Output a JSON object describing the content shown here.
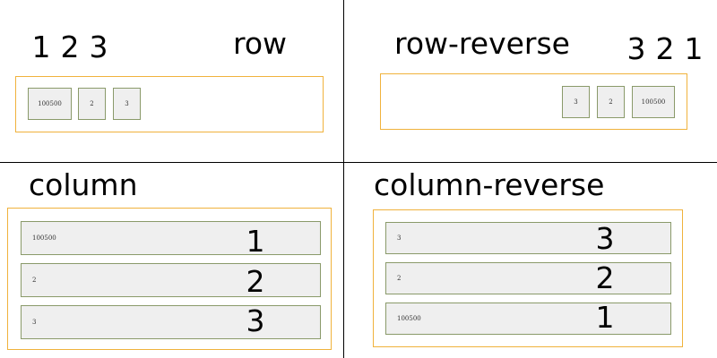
{
  "panels": {
    "row": {
      "title": "row",
      "order_numbers": [
        "1",
        "2",
        "3"
      ],
      "items": [
        "100500",
        "2",
        "3"
      ]
    },
    "row_reverse": {
      "title": "row-reverse",
      "order_numbers": [
        "3",
        "2",
        "1"
      ],
      "items": [
        "3",
        "2",
        "100500"
      ]
    },
    "column": {
      "title": "column",
      "order_numbers": [
        "1",
        "2",
        "3"
      ],
      "items": [
        "100500",
        "2",
        "3"
      ]
    },
    "column_reverse": {
      "title": "column-reverse",
      "order_numbers": [
        "3",
        "2",
        "1"
      ],
      "items": [
        "3",
        "2",
        "100500"
      ]
    }
  },
  "colors": {
    "container_border": "#f0b23c",
    "item_border": "#8a9a6a",
    "item_fill": "#efefef"
  }
}
